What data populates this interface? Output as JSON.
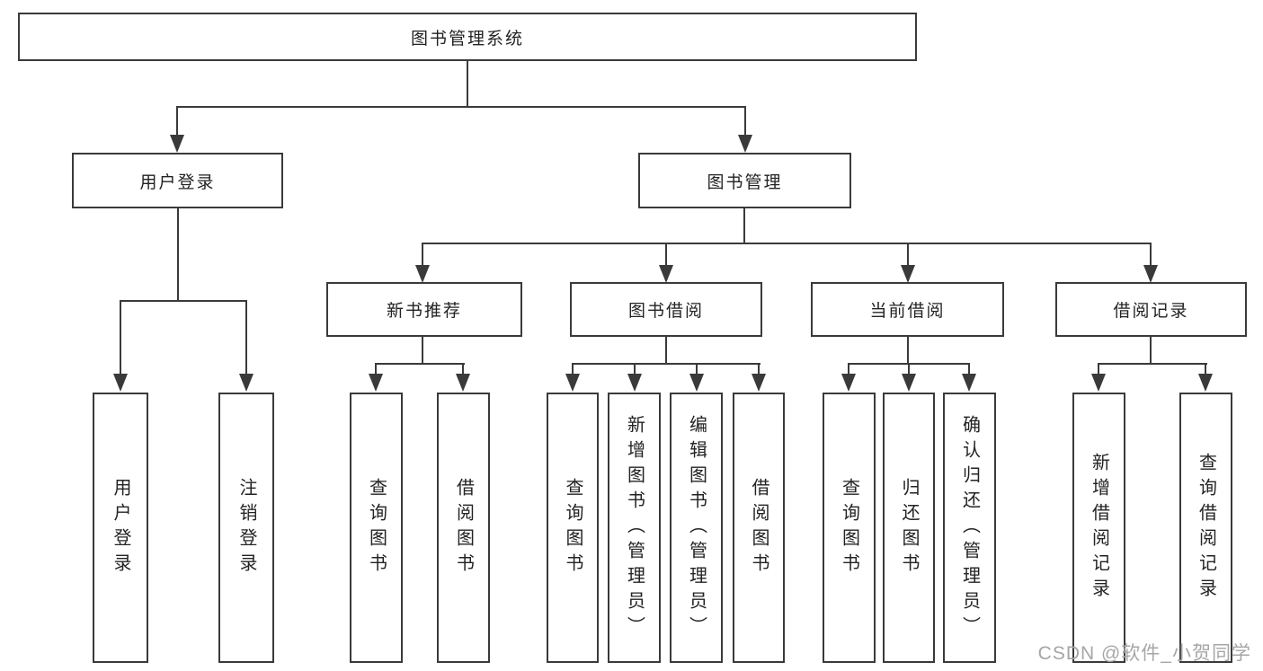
{
  "diagram": {
    "type": "hierarchy-tree",
    "nodes": {
      "root": "图书管理系统",
      "user_login": "用户登录",
      "book_mgmt": "图书管理",
      "new_books": "新书推荐",
      "book_borrow": "图书借阅",
      "current_borrow": "当前借阅",
      "borrow_records": "借阅记录",
      "ul_login": "用户登录",
      "ul_logout": "注销登录",
      "nb_query": "查询图书",
      "nb_borrow": "借阅图书",
      "bb_query": "查询图书",
      "bb_add": "新增图书（管理员）",
      "bb_edit": "编辑图书（管理员）",
      "bb_borrow": "借阅图书",
      "cb_query": "查询图书",
      "cb_return": "归还图书",
      "cb_confirm": "确认归还（管理员）",
      "br_add": "新增借阅记录",
      "br_query": "查询借阅记录"
    },
    "edges": [
      [
        "root",
        "user_login"
      ],
      [
        "root",
        "book_mgmt"
      ],
      [
        "user_login",
        "ul_login"
      ],
      [
        "user_login",
        "ul_logout"
      ],
      [
        "book_mgmt",
        "new_books"
      ],
      [
        "book_mgmt",
        "book_borrow"
      ],
      [
        "book_mgmt",
        "current_borrow"
      ],
      [
        "book_mgmt",
        "borrow_records"
      ],
      [
        "new_books",
        "nb_query"
      ],
      [
        "new_books",
        "nb_borrow"
      ],
      [
        "book_borrow",
        "bb_query"
      ],
      [
        "book_borrow",
        "bb_add"
      ],
      [
        "book_borrow",
        "bb_edit"
      ],
      [
        "book_borrow",
        "bb_borrow"
      ],
      [
        "current_borrow",
        "cb_query"
      ],
      [
        "current_borrow",
        "cb_return"
      ],
      [
        "current_borrow",
        "cb_confirm"
      ],
      [
        "borrow_records",
        "br_add"
      ],
      [
        "borrow_records",
        "br_query"
      ]
    ]
  },
  "watermark": {
    "text": "CSDN @软件_小贺同学",
    "color": "#a6a6a6"
  },
  "colors": {
    "line": "#3a3a3a",
    "text": "#232323",
    "background": "#ffffff",
    "box_fill": "#ffffff"
  }
}
